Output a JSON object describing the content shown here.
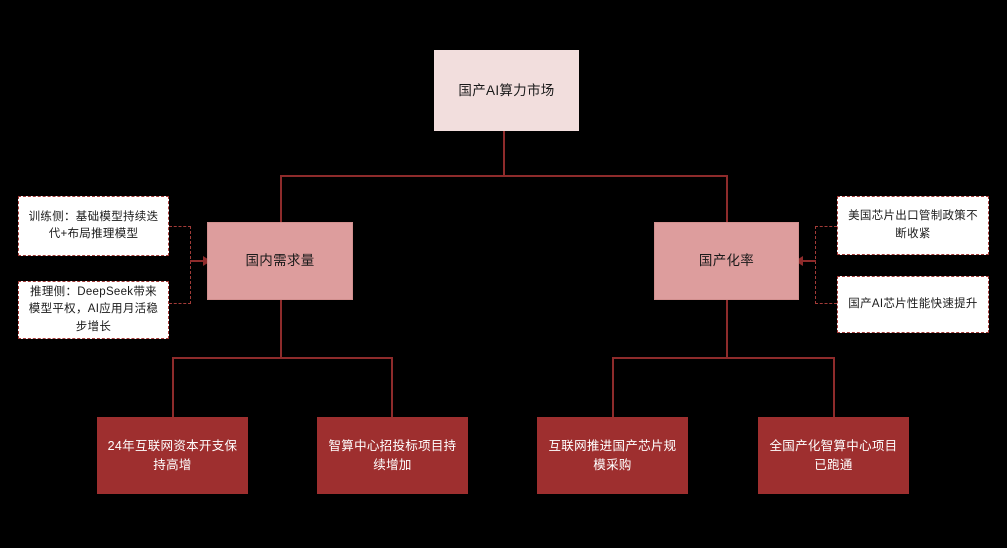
{
  "diagram": {
    "type": "tree",
    "background_color": "#000000",
    "colors": {
      "root_fill": "#f2dedd",
      "mid_fill": "#dd9d9d",
      "leaf_fill": "#9e2f2f",
      "leaf_text": "#ffffff",
      "connector": "#8e2b2b",
      "note_border": "#a33b38",
      "note_fill": "#ffffff",
      "body_text": "#1a1a1a"
    },
    "root": {
      "label": "国产AI算力市场"
    },
    "branches": [
      {
        "label": "国内需求量",
        "children": [
          {
            "label": "24年互联网资本开支保持高增"
          },
          {
            "label": "智算中心招投标项目持续增加"
          }
        ],
        "notes": [
          {
            "label": "训练侧：基础模型持续迭代+布局推理模型"
          },
          {
            "label": "推理侧：DeepSeek带来模型平权，AI应用月活稳步增长"
          }
        ]
      },
      {
        "label": "国产化率",
        "children": [
          {
            "label": "互联网推进国产芯片规模采购"
          },
          {
            "label": "全国产化智算中心项目已跑通"
          }
        ],
        "notes": [
          {
            "label": "美国芯片出口管制政策不断收紧"
          },
          {
            "label": "国产AI芯片性能快速提升"
          }
        ]
      }
    ]
  }
}
